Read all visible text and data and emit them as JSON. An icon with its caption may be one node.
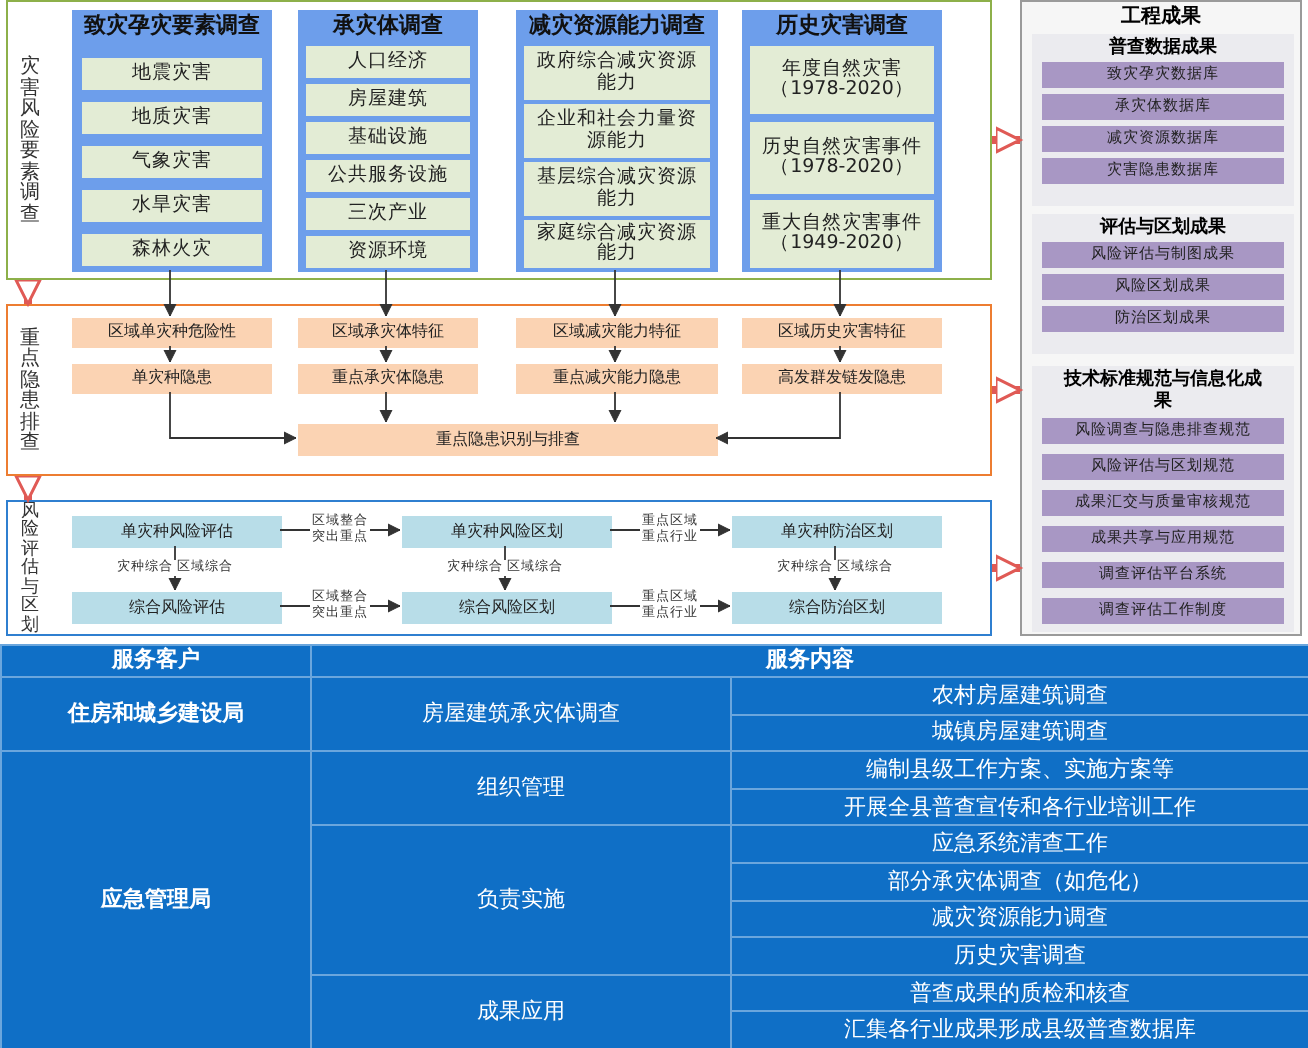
{
  "diagram": {
    "nodes": [
      {
        "text": [
          "灾害风险要素调查"
        ]
      },
      {
        "text": [
          "致灾孕灾要素调查"
        ],
        "in": 0
      },
      {
        "text": [
          "地震灾害"
        ],
        "in": 1
      },
      {
        "text": [
          "地质灾害"
        ],
        "in": 1
      },
      {
        "text": [
          "气象灾害"
        ],
        "in": 1
      },
      {
        "text": [
          "水旱灾害"
        ],
        "in": 1
      },
      {
        "text": [
          "森林火灾"
        ],
        "in": 1
      },
      {
        "text": [
          "承灾体调查"
        ],
        "in": 0
      },
      {
        "text": [
          "人口经济"
        ],
        "in": 7
      },
      {
        "text": [
          "房屋建筑"
        ],
        "in": 7
      },
      {
        "text": [
          "基础设施"
        ],
        "in": 7
      },
      {
        "text": [
          "公共服务设施"
        ],
        "in": 7
      },
      {
        "text": [
          "三次产业"
        ],
        "in": 7
      },
      {
        "text": [
          "资源环境"
        ],
        "in": 7
      },
      {
        "text": [
          "减灾资源能力调查"
        ],
        "in": 0
      },
      {
        "text": [
          "政府综合减灾资源能力"
        ],
        "in": 14
      },
      {
        "text": [
          "企业和社会力量资源能力"
        ],
        "in": 14
      },
      {
        "text": [
          "基层综合减灾资源能力"
        ],
        "in": 14
      },
      {
        "text": [
          "家庭综合减灾资源能力"
        ],
        "in": 14
      },
      {
        "text": [
          "历史灾害调查"
        ],
        "in": 0
      },
      {
        "text": [
          "年度自然灾害（1978-2020）"
        ],
        "in": 19
      },
      {
        "text": [
          "历史自然灾害事件（1978-2020）"
        ],
        "in": 19
      },
      {
        "text": [
          "重大自然灾害事件（1949-2020）"
        ],
        "in": 19
      },
      {
        "text": [
          "重点隐患排查"
        ]
      },
      {
        "text": [
          "区域单灾种危险性"
        ],
        "in": 23
      },
      {
        "text": [
          "区域承灾体特征"
        ],
        "in": 23
      },
      {
        "text": [
          "区域减灾能力特征"
        ],
        "in": 23
      },
      {
        "text": [
          "区域历史灾害特征"
        ],
        "in": 23
      },
      {
        "text": [
          "单灾种隐患"
        ],
        "in": 23
      },
      {
        "text": [
          "重点承灾体隐患"
        ],
        "in": 23
      },
      {
        "text": [
          "重点减灾能力隐患"
        ],
        "in": 23
      },
      {
        "text": [
          "高发群发链发隐患"
        ],
        "in": 23
      },
      {
        "text": [
          "重点隐患识别与排查"
        ],
        "in": 23
      },
      {
        "text": [
          "风险评估与区划"
        ]
      },
      {
        "text": [
          "单灾种风险评估"
        ],
        "in": 33
      },
      {
        "text": [
          "单灾种风险区划"
        ],
        "in": 33
      },
      {
        "text": [
          "单灾种防治区划"
        ],
        "in": 33
      },
      {
        "text": [
          "综合风险评估"
        ],
        "in": 33
      },
      {
        "text": [
          "综合风险区划"
        ],
        "in": 33
      },
      {
        "text": [
          "综合防治区划"
        ],
        "in": 33
      },
      {
        "text": [
          "工程成果"
        ]
      },
      {
        "text": [
          "普查数据成果"
        ],
        "in": 40
      },
      {
        "text": [
          "致灾孕灾数据库"
        ],
        "in": 41
      },
      {
        "text": [
          "承灾体数据库"
        ],
        "in": 41
      },
      {
        "text": [
          "减灾资源数据库"
        ],
        "in": 41
      },
      {
        "text": [
          "灾害隐患数据库"
        ],
        "in": 41
      },
      {
        "text": [
          "评估与区划成果"
        ],
        "in": 40
      },
      {
        "text": [
          "风险评估与制图成果"
        ],
        "in": 46
      },
      {
        "text": [
          "风险区划成果"
        ],
        "in": 46
      },
      {
        "text": [
          "防治区划成果"
        ],
        "in": 46
      },
      {
        "text": [
          "技术标准规范与信息化成果"
        ],
        "in": 40
      },
      {
        "text": [
          "风险调查与隐患排查规范"
        ],
        "in": 50
      },
      {
        "text": [
          "风险评估与区划规范"
        ],
        "in": 50
      },
      {
        "text": [
          "成果汇交与质量审核规范"
        ],
        "in": 50
      },
      {
        "text": [
          "成果共享与应用规范"
        ],
        "in": 50
      },
      {
        "text": [
          "调查评估平台系统"
        ],
        "in": 50
      },
      {
        "text": [
          "调查评估工作制度"
        ],
        "in": 50
      }
    ],
    "edges": [
      {
        "from": 1,
        "to": 24,
        "arrow": "to"
      },
      {
        "from": 7,
        "to": 25,
        "arrow": "to"
      },
      {
        "from": 14,
        "to": 26,
        "arrow": "to"
      },
      {
        "from": 19,
        "to": 27,
        "arrow": "to"
      },
      {
        "from": 24,
        "to": 28,
        "arrow": "to"
      },
      {
        "from": 25,
        "to": 29,
        "arrow": "to"
      },
      {
        "from": 26,
        "to": 30,
        "arrow": "to"
      },
      {
        "from": 27,
        "to": 31,
        "arrow": "to"
      },
      {
        "from": 28,
        "to": 32,
        "arrow": "to"
      },
      {
        "from": 29,
        "to": 32,
        "arrow": "to"
      },
      {
        "from": 30,
        "to": 32,
        "arrow": "to"
      },
      {
        "from": 31,
        "to": 32,
        "arrow": "to"
      },
      {
        "from": 34,
        "to": 35,
        "arrow": "to",
        "label": "区域整合突出重点"
      },
      {
        "from": 35,
        "to": 36,
        "arrow": "to",
        "label": "重点区域重点行业"
      },
      {
        "from": 37,
        "to": 38,
        "arrow": "to",
        "label": "区域整合突出重点"
      },
      {
        "from": 38,
        "to": 39,
        "arrow": "to",
        "label": "重点区域重点行业"
      },
      {
        "from": 34,
        "to": 37,
        "arrow": "to",
        "label": "灾种综合 区域综合"
      },
      {
        "from": 35,
        "to": 38,
        "arrow": "to",
        "label": "灾种综合 区域综合"
      },
      {
        "from": 36,
        "to": 39,
        "arrow": "to",
        "label": "灾种综合 区域综合"
      },
      {
        "from": 0,
        "to": 23,
        "arrow": "to",
        "style": "thick",
        "color": "#e05a55"
      },
      {
        "from": 23,
        "to": 33,
        "arrow": "to",
        "style": "thick",
        "color": "#e05a55"
      },
      {
        "from": 0,
        "to": 40,
        "arrow": "to",
        "style": "thick",
        "color": "#e05a55"
      },
      {
        "from": 23,
        "to": 40,
        "arrow": "to",
        "style": "thick",
        "color": "#e05a55"
      },
      {
        "from": 33,
        "to": 40,
        "arrow": "to",
        "style": "thick",
        "color": "#e05a55"
      }
    ],
    "labels": [
      "服务客户",
      "服务内容",
      "住房和城乡建设局",
      "房屋建筑承灾体调查",
      "农村房屋建筑调查",
      "城镇房屋建筑调查",
      "应急管理局",
      "组织管理",
      "编制县级工作方案、实施方案等",
      "开展全县普查宣传和各行业培训工作",
      "负责实施",
      "应急系统清查工作",
      "部分承灾体调查（如危化）",
      "减灾资源能力调查",
      "历史灾害调查",
      "成果应用",
      "普查成果的质检和核查",
      "汇集各行业成果形成县级普查数据库"
    ]
  }
}
